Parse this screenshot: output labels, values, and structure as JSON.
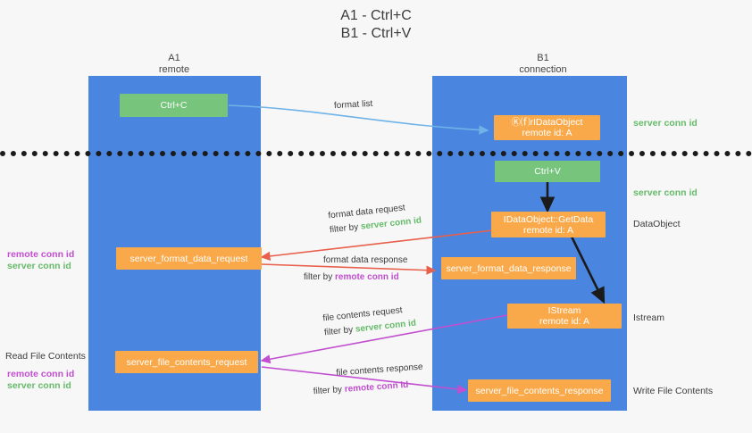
{
  "title": {
    "line1": "A1 - Ctrl+C",
    "line2": "B1 - Ctrl+V"
  },
  "lanes": [
    {
      "id": "a1",
      "name": "A1",
      "sub": "remote"
    },
    {
      "id": "b1",
      "name": "B1",
      "sub": "connection"
    }
  ],
  "boxes": {
    "ctrl_c": "Ctrl+C",
    "ctrl_v": "Ctrl+V",
    "idataobject": {
      "line1": "Ⓚ⒡rIDataObject",
      "line2": "remote id: A"
    },
    "getdata": {
      "line1": "IDataObject::GetData",
      "line2": "remote id: A"
    },
    "istream": {
      "line1": "IStream",
      "line2": "remote id: A"
    },
    "server_format_data_request": "server_format_data_request",
    "server_format_data_response": "server_format_data_response",
    "server_file_contents_request": "server_file_contents_request",
    "server_file_contents_response": "server_file_contents_response"
  },
  "edge_labels": {
    "format_list": "format list",
    "format_data_request": "format data request",
    "format_data_request_filter_prefix": "filter by ",
    "format_data_request_filter_value": "server conn id",
    "format_data_response": "format data response",
    "format_data_response_filter_prefix": "filter by ",
    "format_data_response_filter_value": "remote conn id",
    "file_contents_request": "file contents request",
    "file_contents_request_filter_prefix": "filter by ",
    "file_contents_request_filter_value": "server conn id",
    "file_contents_response": "file contents response",
    "file_contents_response_filter_prefix": "filter by ",
    "file_contents_response_filter_value": "remote conn id"
  },
  "right_labels": {
    "server_conn_id_top": "server conn id",
    "server_conn_id_mid": "server conn id",
    "dataobject": "DataObject",
    "istream": "Istream",
    "write_file_contents": "Write File Contents"
  },
  "left_labels": {
    "remote_conn_id_1": "remote conn id",
    "server_conn_id_1": "server conn id",
    "read_file_contents": "Read File Contents",
    "remote_conn_id_2": "remote conn id",
    "server_conn_id_2": "server conn id"
  },
  "colors": {
    "lane": "#4a86e0",
    "orange": "#f9a94a",
    "green_box": "#77c47d",
    "green_text": "#66bb6a",
    "magenta_text": "#c14fd0",
    "arrow_blue": "#6fb3e8",
    "arrow_red": "#e8604c",
    "arrow_magenta": "#c14fd0",
    "arrow_black": "#1b1b1b",
    "background": "#f7f7f7"
  }
}
